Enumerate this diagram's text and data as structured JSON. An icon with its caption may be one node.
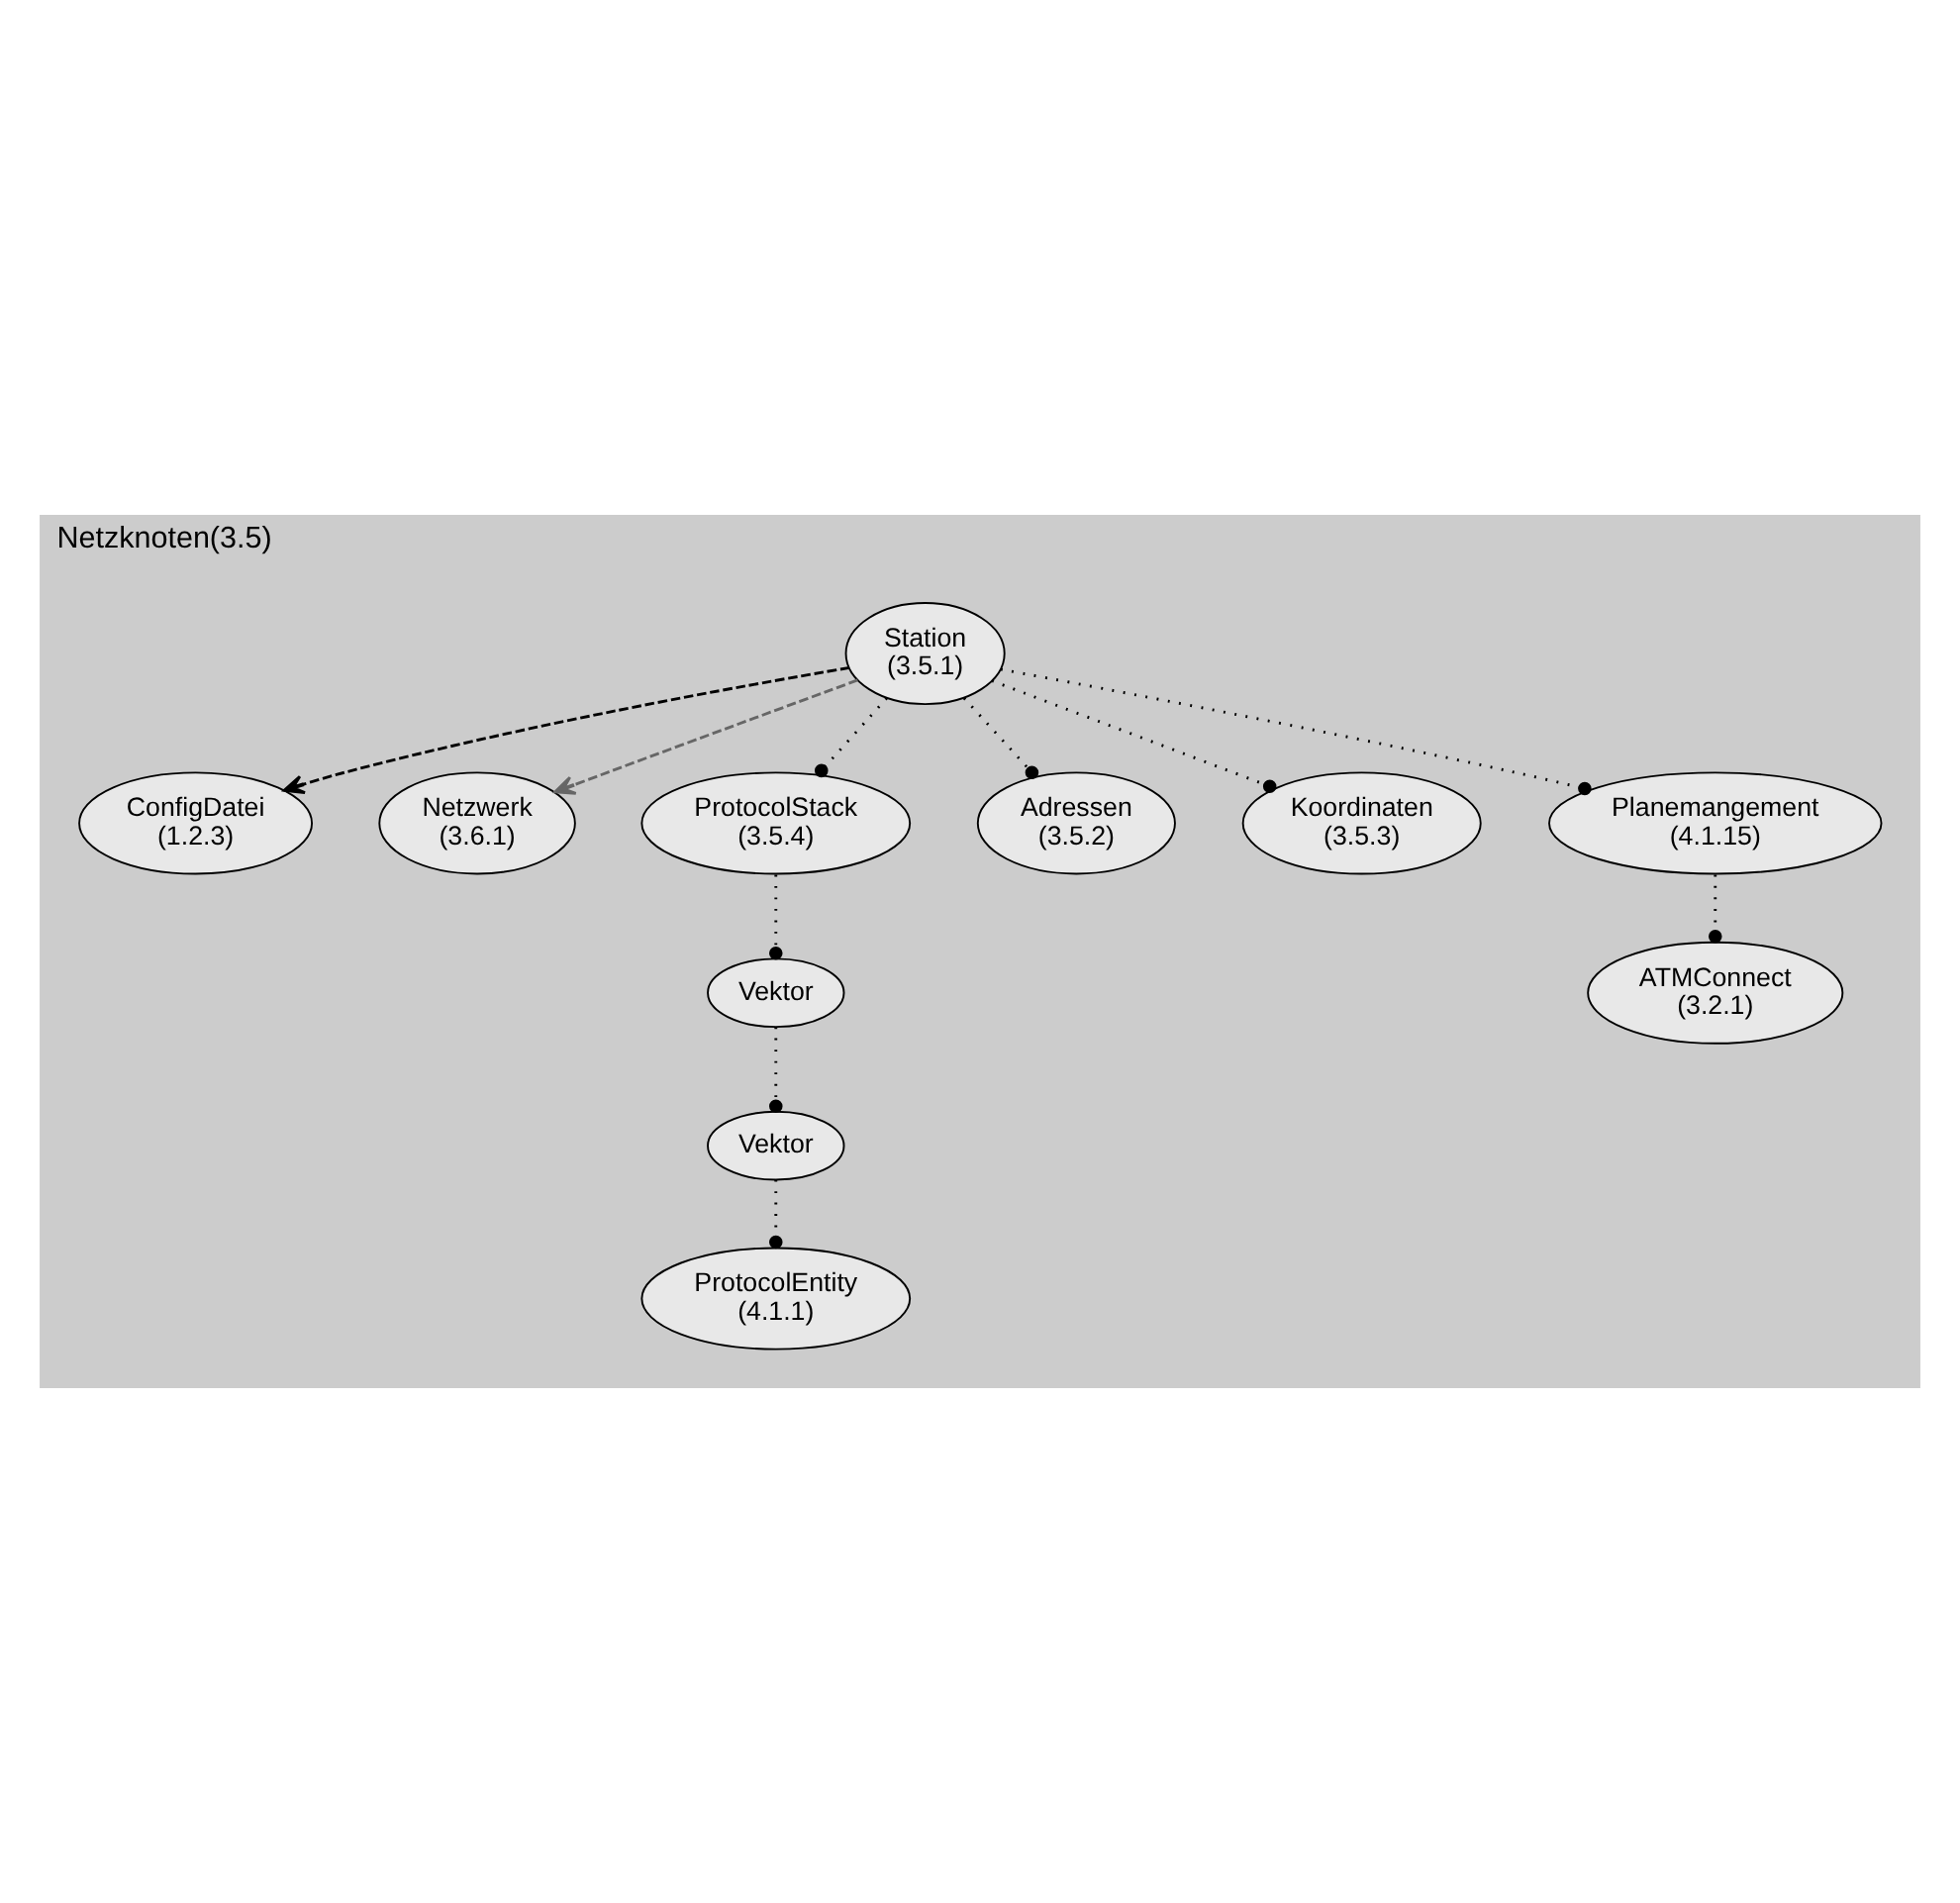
{
  "diagram": {
    "nodes": [
      {
        "text": [
          "Netzknoten(3.5)"
        ]
      },
      {
        "text": [
          "ConfigDatei",
          "(1.2.3)"
        ],
        "in": 0
      },
      {
        "text": [
          "Netzwerk",
          "(3.6.1)"
        ],
        "in": 0
      },
      {
        "text": [
          "Station",
          "(3.5.1)"
        ],
        "in": 0
      },
      {
        "text": [
          "ProtocolStack",
          "(3.5.4)"
        ],
        "in": 0
      },
      {
        "text": [
          "Adressen",
          "(3.5.2)"
        ],
        "in": 0
      },
      {
        "text": [
          "Vektor"
        ],
        "in": 0
      },
      {
        "text": [
          "Koordinaten",
          "(3.5.3)"
        ],
        "in": 0
      },
      {
        "text": [
          "Vektor"
        ],
        "in": 0
      },
      {
        "text": [
          "Planemangement",
          "(4.1.15)"
        ],
        "in": 0
      },
      {
        "text": [
          "ProtocolEntity",
          "(4.1.1)"
        ],
        "in": 0
      },
      {
        "text": [
          "ATMConnect",
          "(3.2.1)"
        ],
        "in": 0
      }
    ],
    "edges": [
      {
        "from": 3,
        "to": 1,
        "arrow": "to",
        "style": "dashed"
      },
      {
        "from": 3,
        "to": 2,
        "arrow": "to",
        "style": "dashed",
        "color": "#666666"
      },
      {
        "from": 3,
        "to": 4,
        "arrow": "other"
      },
      {
        "from": 3,
        "to": 5,
        "arrow": "other"
      },
      {
        "from": 3,
        "to": 7,
        "arrow": "other"
      },
      {
        "from": 3,
        "to": 9,
        "arrow": "other"
      },
      {
        "from": 4,
        "to": 6,
        "arrow": "other"
      },
      {
        "from": 6,
        "to": 8,
        "arrow": "other"
      },
      {
        "from": 8,
        "to": 10,
        "arrow": "other"
      },
      {
        "from": 9,
        "to": 11,
        "arrow": "other"
      }
    ]
  }
}
